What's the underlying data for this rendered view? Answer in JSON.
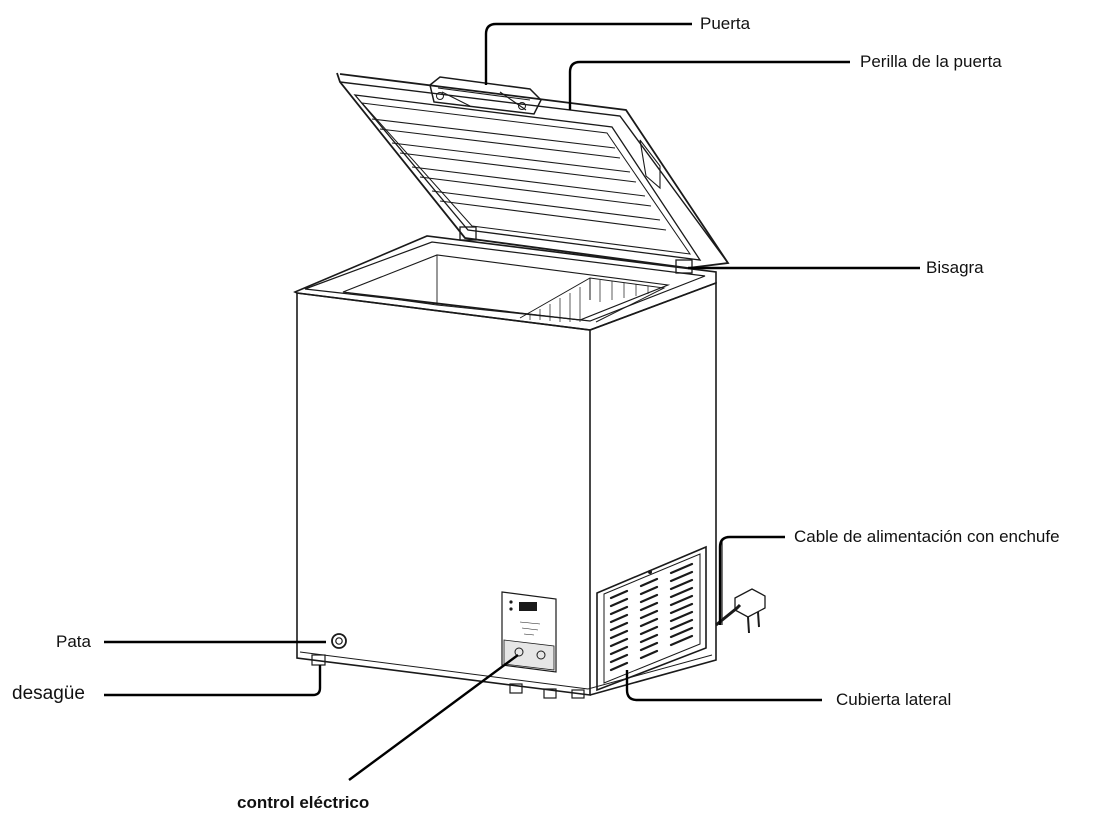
{
  "labels": {
    "puerta": "Puerta",
    "perilla": "Perilla de la puerta",
    "bisagra": "Bisagra",
    "cable": "Cable de alimentación con enchufe",
    "pata": "Pata",
    "desague": "desagüe",
    "cubierta": "Cubierta lateral",
    "control": "control eléctrico"
  }
}
